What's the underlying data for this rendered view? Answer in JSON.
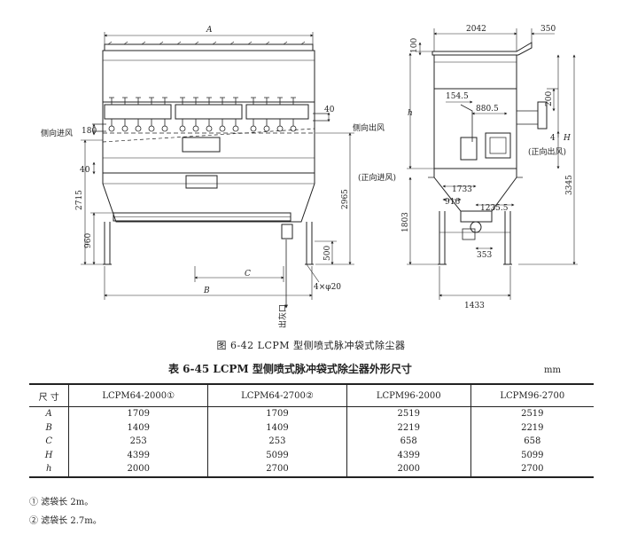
{
  "figure": {
    "caption": "图 6-42   LCPM 型侧喷式脉冲袋式除尘器",
    "front_view": {
      "dim_A": "A",
      "dim_B": "B",
      "dim_C": "C",
      "side_inlet": "侧向进风",
      "side_outlet": "侧向出风",
      "ash_outlet": "出灰口",
      "holes": "4×φ20",
      "dims": {
        "d180": "180",
        "d40_top": "40",
        "d40_left": "40",
        "d2715": "2715",
        "d960": "960",
        "d2965": "2965",
        "d500": "500"
      }
    },
    "side_view": {
      "forward_outlet": "(正向出风)",
      "forward_inlet": "(正向进风)",
      "dim_H": "H",
      "dim_h": "h",
      "dims": {
        "d2042": "2042",
        "d350": "350",
        "d100": "100",
        "d154_5": "154.5",
        "d880_5": "880.5",
        "d200": "200",
        "d4": "4",
        "d1733": "1733",
        "d916": "916",
        "d1235_5": "1235.5",
        "d1803": "1803",
        "d353": "353",
        "d3345": "3345",
        "d1433": "1433"
      }
    }
  },
  "table": {
    "title": "表 6-45   LCPM 型侧喷式脉冲袋式除尘器外形尺寸",
    "unit": "mm",
    "header_label": "尺  寸",
    "columns": [
      "LCPM64-2000①",
      "LCPM64-2700②",
      "LCPM96-2000",
      "LCPM96-2700"
    ],
    "rows": [
      {
        "label": "A",
        "values": [
          "1709",
          "1709",
          "2519",
          "2519"
        ]
      },
      {
        "label": "B",
        "values": [
          "1409",
          "1409",
          "2219",
          "2219"
        ]
      },
      {
        "label": "C",
        "values": [
          "253",
          "253",
          "658",
          "658"
        ]
      },
      {
        "label": "H",
        "values": [
          "4399",
          "5099",
          "4399",
          "5099"
        ]
      },
      {
        "label": "h",
        "values": [
          "2000",
          "2700",
          "2000",
          "2700"
        ]
      }
    ],
    "notes": [
      "① 滤袋长 2m。",
      "② 滤袋长 2.7m。"
    ]
  }
}
